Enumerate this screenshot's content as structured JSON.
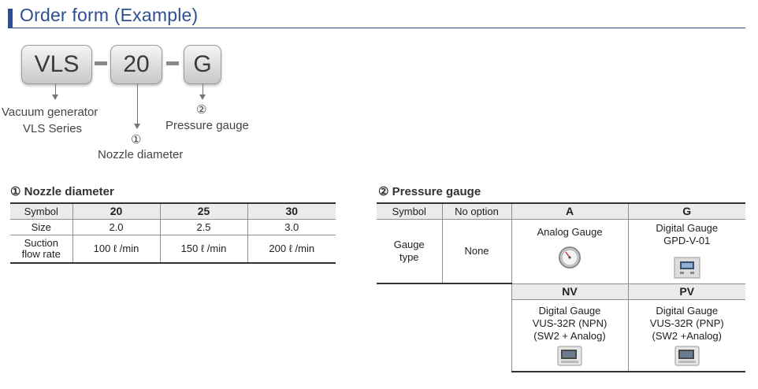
{
  "header": {
    "title": "Order form (Example)"
  },
  "code": {
    "part1": "VLS",
    "part2": "20",
    "part3": "G",
    "label1_line1": "Vacuum generator",
    "label1_line2": "VLS Series",
    "label2_num": "①",
    "label2_text": "Nozzle diameter",
    "label3_num": "②",
    "label3_text": "Pressure gauge"
  },
  "nozzle": {
    "title": "① Nozzle diameter",
    "symbol_label": "Symbol",
    "size_label": "Size",
    "flow_label_line1": "Suction",
    "flow_label_line2": "flow rate",
    "columns": [
      {
        "symbol": "20",
        "size": "2.0",
        "flow": "100 ℓ /min"
      },
      {
        "symbol": "25",
        "size": "2.5",
        "flow": "150 ℓ /min"
      },
      {
        "symbol": "30",
        "size": "3.0",
        "flow": "200 ℓ /min"
      }
    ]
  },
  "gauge": {
    "title": "② Pressure gauge",
    "symbol_label": "Symbol",
    "type_label_line1": "Gauge",
    "type_label_line2": "type",
    "no_option": "No option",
    "none": "None",
    "A": {
      "symbol": "A",
      "line1": "Analog Gauge"
    },
    "G": {
      "symbol": "G",
      "line1": "Digital Gauge",
      "line2": "GPD-V-01"
    },
    "NV": {
      "symbol": "NV",
      "line1": "Digital Gauge",
      "line2": "VUS-32R (NPN)",
      "line3": "(SW2 + Analog)"
    },
    "PV": {
      "symbol": "PV",
      "line1": "Digital Gauge",
      "line2": "VUS-32R (PNP)",
      "line3": "(SW2 +Analog)"
    }
  },
  "icons": {
    "analog": "analog-gauge-icon",
    "digital_gpd": "digital-gauge-icon",
    "digital_vus": "digital-switch-icon"
  },
  "colors": {
    "accent": "#2e4f8f"
  }
}
